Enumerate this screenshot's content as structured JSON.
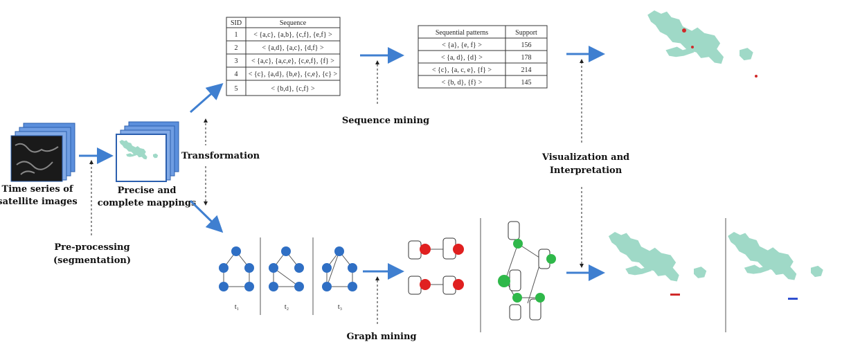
{
  "labels": {
    "time_series": [
      "Time series of",
      "satellite images"
    ],
    "precise_mappings": [
      "Precise and",
      "complete mappings"
    ],
    "preprocessing": [
      "Pre-processing",
      "(segmentation)"
    ],
    "transformation": "Transformation",
    "sequence_mining": "Sequence mining",
    "graph_mining": "Graph mining",
    "visualization": [
      "Visualization and",
      "Interpretation"
    ]
  },
  "sequence_table": {
    "headers": [
      "SID",
      "Sequence"
    ],
    "rows": [
      [
        "1",
        "< {a,c}, {a,b}, {c,f}, {e,f} >"
      ],
      [
        "2",
        "< {a,d}, {a,c}, {d,f} >"
      ],
      [
        "3",
        "< {a,c}, {a,c,e}, {c,e,f}, {f} >"
      ],
      [
        "4",
        "< {c}, {a,d}, {b,e}, {c,e}, {c} >"
      ],
      [
        "5",
        "< {b,d}, {c,f} >"
      ]
    ]
  },
  "pattern_table": {
    "headers": [
      "Sequential patterns",
      "Support"
    ],
    "rows": [
      [
        "< {a}, {e, f} >",
        "156"
      ],
      [
        "< {a, d}, {d} >",
        "178"
      ],
      [
        "< {c}, {a, c, e}, {f} >",
        "214"
      ],
      [
        "< {b, d}, {f} >",
        "145"
      ]
    ]
  },
  "graph_subscripts": [
    "t₁",
    "t₂",
    "t₃"
  ],
  "colors": {
    "arrow": "#3f7fd0",
    "image_stack": "#5b8fdc",
    "node_blue": "#2f6fc4",
    "node_red": "#e02020",
    "node_green": "#2fb84a",
    "map_green": "#9fd9c7"
  }
}
